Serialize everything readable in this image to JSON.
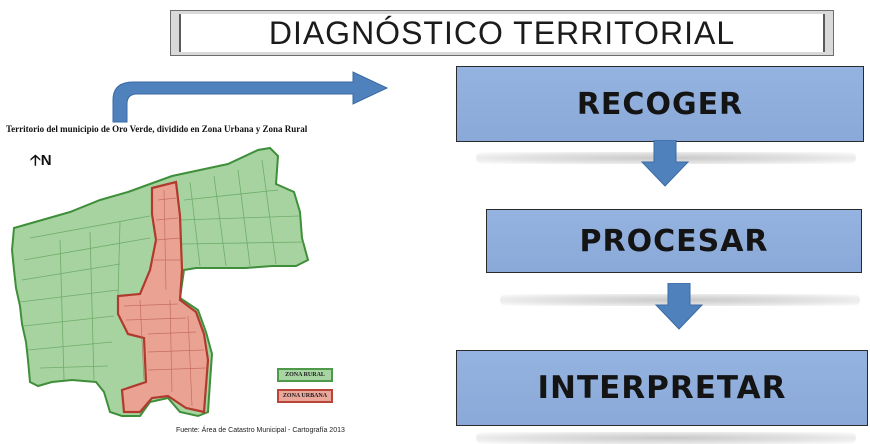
{
  "header": {
    "title": "DIAGNÓSTICO TERRITORIAL"
  },
  "map": {
    "title": "Territorio del municipio de Oro Verde, dividido en Zona Urbana y Zona Rural",
    "north_label": "N",
    "legend": {
      "rural": "ZONA RURAL",
      "urbana": "ZONA URBANA"
    },
    "source": "Fuente: Área de Catastro Municipal - Cartografía 2013",
    "colors": {
      "rural_fill": "#a6d3a0",
      "rural_stroke": "#3f8f3a",
      "urban_fill": "#eaa392",
      "urban_stroke": "#b03a2e"
    }
  },
  "flow": {
    "steps": [
      {
        "label": "RECOGER"
      },
      {
        "label": "PROCESAR"
      },
      {
        "label": "INTERPRETAR"
      }
    ],
    "colors": {
      "box_fill": "#8eaddb",
      "arrow_fill": "#4f81bd"
    }
  }
}
